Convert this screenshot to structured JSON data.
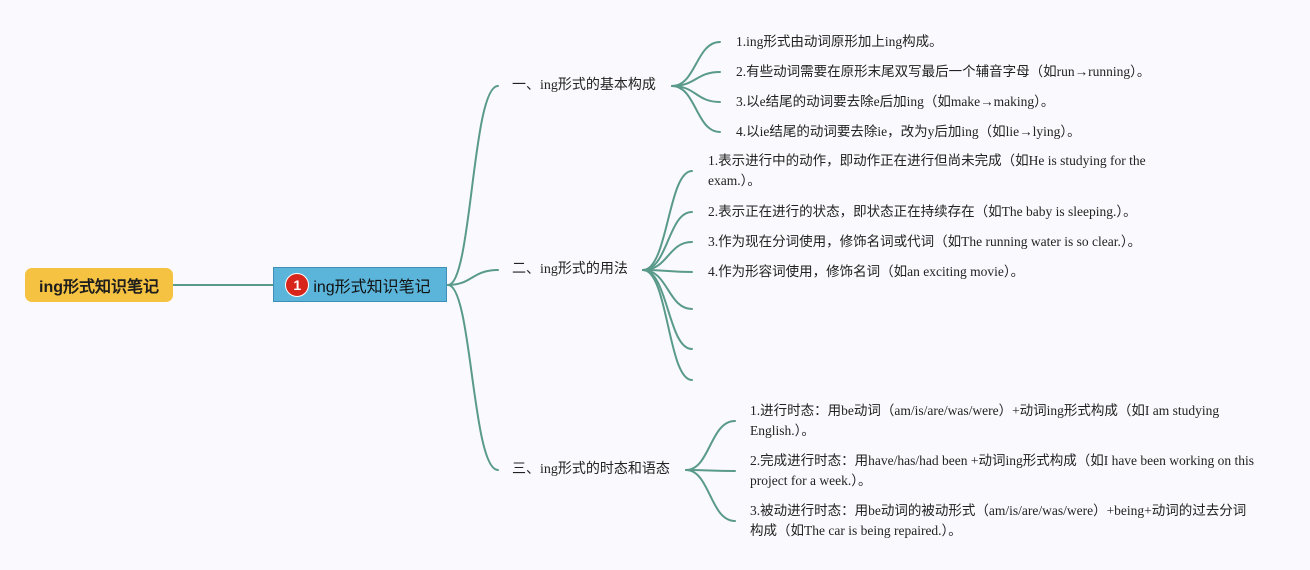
{
  "root": {
    "label": "ing形式知识笔记"
  },
  "center": {
    "label": "ing形式知识笔记",
    "badge": "1"
  },
  "branches": [
    {
      "label": "一、ing形式的基本构成",
      "items": [
        "1.ing形式由动词原形加上ing构成。",
        "2.有些动词需要在原形末尾双写最后一个辅音字母（如run→running）。",
        "3.以e结尾的动词要去除e后加ing（如make→making）。",
        "4.以ie结尾的动词要去除ie，改为y后加ing（如lie→lying）。"
      ]
    },
    {
      "label": "二、ing形式的用法",
      "items": [
        "1.表示进行中的动作，即动作正在进行但尚未完成（如He is studying for the exam.）。",
        "2.表示正在进行的状态，即状态正在持续存在（如The baby is sleeping.）。",
        "3.作为现在分词使用，修饰名词或代词（如The running water is so clear.）。",
        "4.作为形容词使用，修饰名词（如an exciting movie）。"
      ]
    },
    {
      "label": "三、ing形式的时态和语态",
      "items": [
        "1.进行时态：用be动词（am/is/are/was/were）+动词ing形式构成（如I am studying English.）。",
        "2.完成进行时态：用have/has/had been +动词ing形式构成（如I have been working on this project for a week.）。",
        "3.被动进行时态：用be动词的被动形式（am/is/are/was/were）+being+动词的过去分词构成（如The car is being repaired.）。"
      ]
    }
  ],
  "colors": {
    "line": "#5a9a8a",
    "root_fill": "#f5c242",
    "center_fill": "#5bb4da",
    "badge": "#d8251c"
  }
}
